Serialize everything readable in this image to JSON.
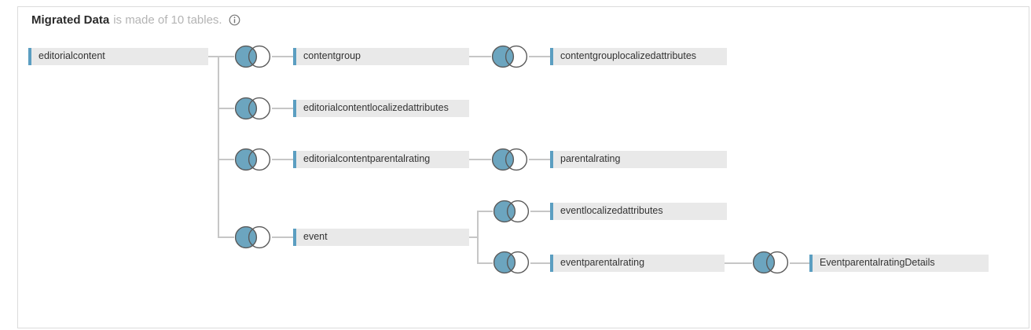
{
  "header": {
    "title": "Migrated Data",
    "subtitle": "is made of 10 tables.",
    "table_count": 10,
    "info_icon": "info-icon"
  },
  "diagram": {
    "root_table": "editorialcontent",
    "tables": [
      {
        "name": "editorialcontent"
      },
      {
        "name": "contentgroup"
      },
      {
        "name": "contentgrouplocalizedattributes"
      },
      {
        "name": "editorialcontentlocalizedattributes"
      },
      {
        "name": "editorialcontentparentalrating"
      },
      {
        "name": "parentalrating"
      },
      {
        "name": "eventlocalizedattributes"
      },
      {
        "name": "event"
      },
      {
        "name": "eventparentalrating"
      },
      {
        "name": "EventparentalratingDetails"
      }
    ],
    "relationships": [
      {
        "from": "editorialcontent",
        "to": "contentgroup",
        "icon": "join-venn-icon"
      },
      {
        "from": "contentgroup",
        "to": "contentgrouplocalizedattributes",
        "icon": "join-venn-icon"
      },
      {
        "from": "editorialcontent",
        "to": "editorialcontentlocalizedattributes",
        "icon": "join-venn-icon"
      },
      {
        "from": "editorialcontent",
        "to": "editorialcontentparentalrating",
        "icon": "join-venn-icon"
      },
      {
        "from": "editorialcontentparentalrating",
        "to": "parentalrating",
        "icon": "join-venn-icon"
      },
      {
        "from": "editorialcontent",
        "to": "event",
        "icon": "join-venn-icon"
      },
      {
        "from": "event",
        "to": "eventlocalizedattributes",
        "icon": "join-venn-icon"
      },
      {
        "from": "event",
        "to": "eventparentalrating",
        "icon": "join-venn-icon"
      },
      {
        "from": "eventparentalrating",
        "to": "EventparentalratingDetails",
        "icon": "join-venn-icon"
      }
    ]
  },
  "colors": {
    "node_accent": "#5b9ec1",
    "node_background": "#e9e9e9",
    "join_fill": "#6ca5bf",
    "join_stroke": "#5a5a5a",
    "connector": "#c6c6c6",
    "title_text": "#2b2b2b",
    "subtitle_text": "#b4b4b4",
    "panel_border": "#dbdbdb"
  }
}
